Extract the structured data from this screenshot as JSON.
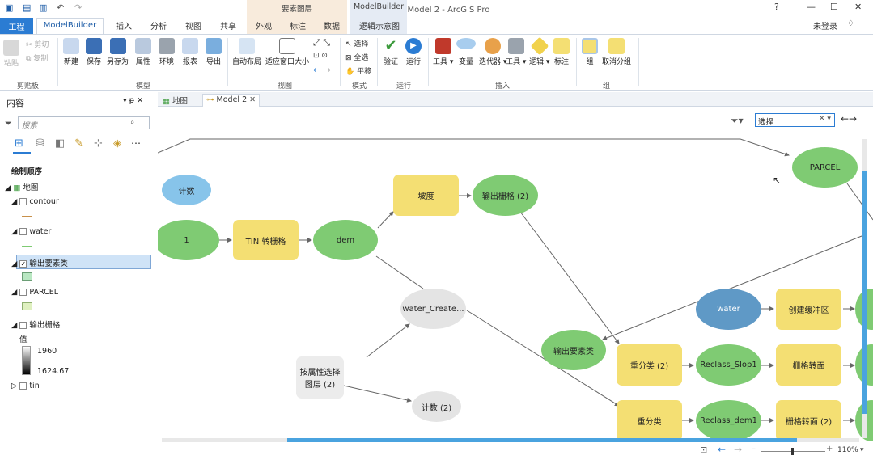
{
  "window": {
    "title": "作业 - Model 2 - ArcGIS Pro",
    "user": "未登录",
    "help": "?"
  },
  "context_tabs": [
    {
      "group": "要素图层",
      "tabs": [
        "外观",
        "标注",
        "数据"
      ]
    },
    {
      "group": "ModelBuilder",
      "tabs": [
        "逻辑示意图"
      ]
    }
  ],
  "ribbon_tabs": [
    "工程",
    "ModelBuilder",
    "插入",
    "分析",
    "视图",
    "共享"
  ],
  "ribbon": {
    "clipboard": {
      "paste": "粘贴",
      "cut": "剪切",
      "copy": "复制",
      "group": "剪贴板"
    },
    "model": {
      "new": "新建",
      "save": "保存",
      "saveas": "另存为",
      "props": "属性",
      "env": "环境",
      "report": "报表",
      "export": "导出",
      "group": "模型"
    },
    "view": {
      "autolayout": "自动布局",
      "fit": "适应窗口大小",
      "group": "视图"
    },
    "mode": {
      "select": "选择",
      "selectall": "全选",
      "pan": "平移",
      "group": "模式"
    },
    "run": {
      "validate": "验证",
      "run": "运行",
      "group": "运行"
    },
    "insert": {
      "tools": "工具",
      "variable": "变量",
      "iterators": "迭代器",
      "utilities": "工具",
      "logic": "逻辑",
      "label": "标注",
      "group": "插入"
    },
    "group": {
      "group": "组",
      "ungroup": "取消分组",
      "grouplabel": "组"
    }
  },
  "colors": {
    "accent": "#2b7cd3",
    "tool": "#f4df73",
    "data": "#7fcb73",
    "variable": "#87c4ea",
    "input": "#5f99c6",
    "inactive": "#e4e4e4",
    "selection": "#cfe3f7"
  },
  "contents": {
    "title": "内容",
    "search_placeholder": "搜索",
    "drawing_order": "绘制顺序",
    "map": "地图",
    "layers": [
      {
        "name": "contour",
        "checked": false
      },
      {
        "name": "water",
        "checked": false
      },
      {
        "name": "输出要素类",
        "checked": true
      },
      {
        "name": "PARCEL",
        "checked": false
      },
      {
        "name": "输出栅格",
        "checked": false
      },
      {
        "name": "tin",
        "checked": false
      }
    ],
    "value_label": "值",
    "value_high": "1960",
    "value_low": "1624.67"
  },
  "doc_tabs": [
    "地图",
    "Model 2"
  ],
  "canvas": {
    "search_value": "选择",
    "zoom": "110%",
    "nodes": {
      "jishu": "计数",
      "one": "1",
      "tin2raster": "TIN 转栅格",
      "dem": "dem",
      "podu": "坡度",
      "out_raster2": "输出栅格 (2)",
      "parcel": "PARCEL",
      "water_create": "water_Create...",
      "select_layer": "按属性选择图层 (2)",
      "jishu2": "计数 (2)",
      "out_fc": "输出要素类",
      "water": "water",
      "buffer": "创建缓冲区",
      "reclass2": "重分类 (2)",
      "reclass_slop1": "Reclass_Slop1",
      "r2p1": "栅格转面",
      "reclass": "重分类",
      "reclass_dem1": "Reclass_dem1",
      "r2p2": "栅格转面 (2)"
    }
  }
}
